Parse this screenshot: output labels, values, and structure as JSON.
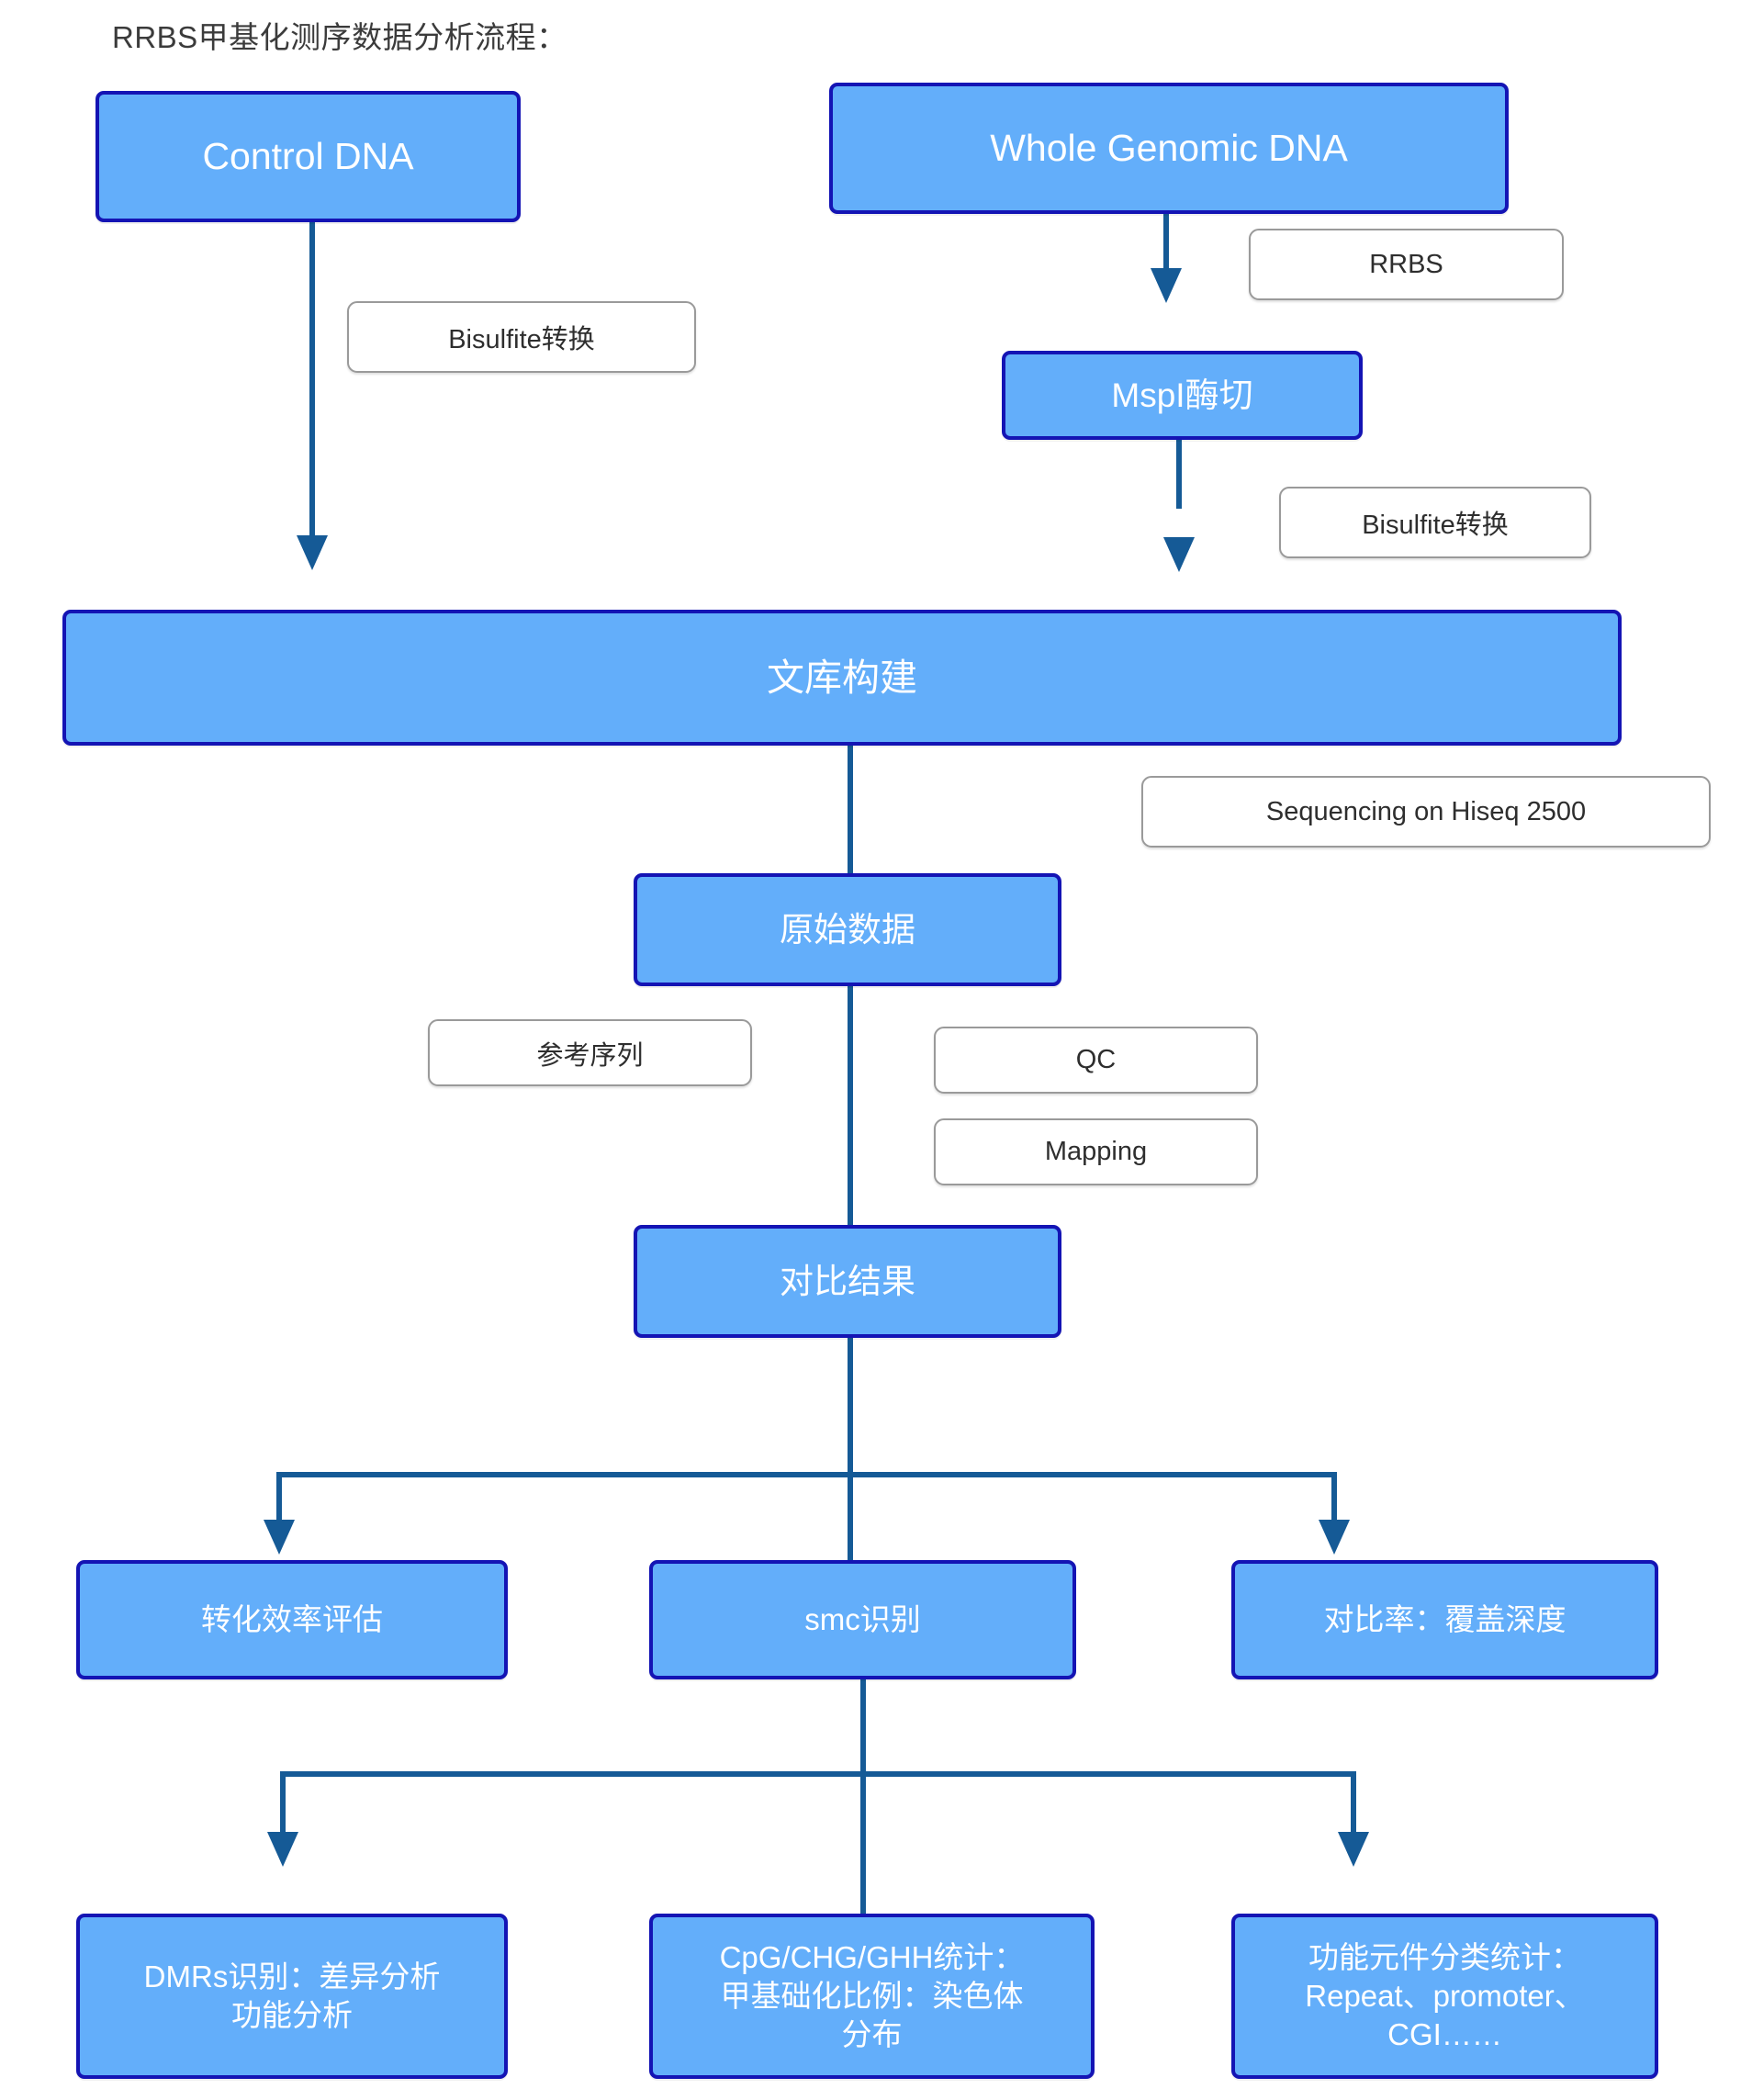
{
  "title": "RRBS甲基化测序数据分析流程：",
  "colors": {
    "node_fill": "#63AEFA",
    "node_border": "#1414B4",
    "node_text": "#FFFFFF",
    "tag_fill": "#FFFFFF",
    "tag_border": "#9A9A9A",
    "connector": "#155A96",
    "title_text": "#3B3B3B",
    "background": "#FFFFFF"
  },
  "nodes": {
    "control_dna": "Control DNA",
    "whole_genomic_dna": "Whole Genomic DNA",
    "mspi_digest": "MspI酶切",
    "library_construction": "文库构建",
    "raw_data": "原始数据",
    "alignment_result": "对比结果",
    "conversion_efficiency": "转化效率评估",
    "smc_identification": "smc识别",
    "mapping_rate_depth": "对比率：覆盖深度",
    "dmrs": "DMRs识别：差异分析\n功能分析",
    "cpg_stats": "CpG/CHG/GHH统计：\n甲基础化比例：染色体\n分布",
    "functional_elements": "功能元件分类统计：\nRepeat、promoter、\nCGI……"
  },
  "tags": {
    "bisulfite_left": "Bisulfite转换",
    "rrbs": "RRBS",
    "bisulfite_right": "Bisulfite转换",
    "sequencing": "Sequencing on Hiseq 2500",
    "reference_sequence": "参考序列",
    "qc": "QC",
    "mapping": "Mapping"
  }
}
